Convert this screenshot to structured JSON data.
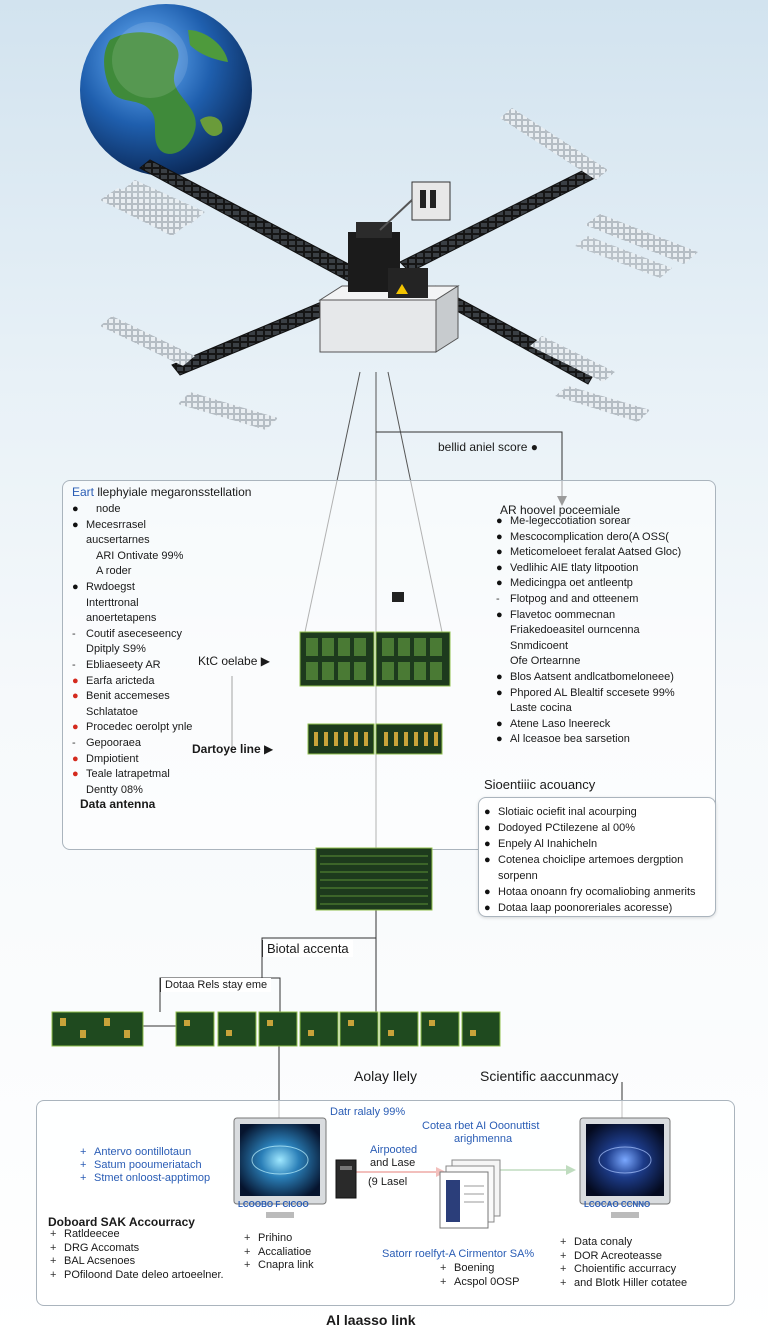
{
  "diagram": {
    "callout_top": "bellid aniel score",
    "panel_left": {
      "title_prefix": "Eart",
      "title_rest": " llephyiale megaronsstellation",
      "items": [
        {
          "bullet": "dot",
          "text": "node",
          "indent": true
        },
        {
          "bullet": "dot",
          "text": "Mecesrrasel",
          "indent": false
        },
        {
          "bullet": "none",
          "text": "aucsertarnes",
          "indent": false
        },
        {
          "bullet": "none",
          "text": "ARI Ontivate 99%",
          "indent": true
        },
        {
          "bullet": "none",
          "text": "A roder",
          "indent": true
        },
        {
          "bullet": "dot",
          "text": "Rwdoegst",
          "indent": false
        },
        {
          "bullet": "none",
          "text": "Interttronal",
          "indent": false
        },
        {
          "bullet": "none",
          "text": "anoertetapens",
          "indent": false
        },
        {
          "bullet": "dash",
          "text": "Coutif aseceseency",
          "indent": false
        },
        {
          "bullet": "none",
          "text": "Dpitply S9%",
          "indent": false
        },
        {
          "bullet": "dash",
          "text": "Ebliaeseety AR",
          "indent": false
        },
        {
          "bullet": "red",
          "text": "Earfa aricteda",
          "indent": false
        },
        {
          "bullet": "red",
          "text": "Benit accemeses",
          "indent": false
        },
        {
          "bullet": "none",
          "text": "Schlatatoe",
          "indent": false
        },
        {
          "bullet": "red",
          "text": "Procedec oerolpt ynle",
          "indent": false
        },
        {
          "bullet": "dash",
          "text": "Gepooraea",
          "indent": false
        },
        {
          "bullet": "red",
          "text": "Dmpiotient",
          "indent": false
        },
        {
          "bullet": "red",
          "text": "Teale latrapetmal",
          "indent": false
        },
        {
          "bullet": "none",
          "text": "Dentty 08%",
          "indent": false
        }
      ],
      "footer": "Data antenna"
    },
    "panel_right": {
      "title": "AR hoovel poceemiale",
      "items": [
        {
          "bullet": "dot",
          "text": "Me-legeccotiation sorear"
        },
        {
          "bullet": "dot",
          "text": "Mescocomplication dero(A OSS("
        },
        {
          "bullet": "dot",
          "text": "Meticomeloeet feralat Aatsed Gloc)"
        },
        {
          "bullet": "dot",
          "text": "Vedlihic AIE  tlaty litpootion"
        },
        {
          "bullet": "dot",
          "text": "Medicingpa oet antleentp"
        },
        {
          "bullet": "dash",
          "text": "Flotpog and and otteenem"
        },
        {
          "bullet": "dot",
          "text": "Flavetoc oommecnan"
        },
        {
          "bullet": "none",
          "text": "Friakedoeasitel ourncenna"
        },
        {
          "bullet": "none",
          "text": "Snmdicoent"
        },
        {
          "bullet": "none",
          "text": "Ofe Ortearnne"
        },
        {
          "bullet": "dot",
          "text": "Blos Aatsent andlcatbomeloneee)"
        },
        {
          "bullet": "dot",
          "text": "Phpored AL Blealtif sccesete 99%"
        },
        {
          "bullet": "none",
          "text": "Laste cocina"
        },
        {
          "bullet": "dot",
          "text": "Atene Laso lneereck"
        },
        {
          "bullet": "dot",
          "text": "Al lceasoe bea sarsetion"
        }
      ],
      "footer": "Sioentiiic acouancy"
    },
    "panel_sub": {
      "items": [
        "Slotiaic ociefit inal acourping",
        "Dodoyed PCtilezene al 00%",
        "Enpely Al Inahicheln",
        "Cotenea choiclipe artemoes dergption sorpenn",
        "Hotaa onoann fry ocomaliobing anmerits",
        "Dotaa laap poonoreriales acoresse)"
      ]
    },
    "labels": {
      "ktc": "KtC oelabe",
      "dartoye": "Dartoye line",
      "biotal": "Biotal accenta",
      "dotaa": "Dotaa Rels stay eme",
      "aolay": "Aolay llely",
      "scientific": "Scientific aaccunmacy",
      "bottom_title": "Al laasso link"
    },
    "panel_bottom": {
      "left_list": [
        "Antervo oontillotaun",
        "Satum pooumeriatach",
        "Stmet onloost-apptimop"
      ],
      "data_relay": "Datr ralaly 99%",
      "cotea": "Cotea rbet AI Ooonuttist",
      "cotea2": "arighmenna",
      "airpooted": "Airpooted",
      "and_lase": "and Lase",
      "p_lasel": "(9 Lasel",
      "screen_left_caption": "LCOOBO F  CICOO",
      "screen_right_caption": "LCOCAO  CCNNO",
      "doboard_title": "Doboard SAK Accourracy",
      "doboard_items": [
        "Ratldeecee",
        "DRG Accomats",
        "BAL Acsenoes",
        "POfiloond Date deleo artoeelner."
      ],
      "mid_left_items": [
        "Prihino",
        "Accaliatioe",
        "Cnapra link"
      ],
      "mid_right_title": "Satorr roelfyt-A Cirmentor SA%",
      "mid_right_items": [
        "Boening",
        "Acspol 0OSP"
      ],
      "right_items": [
        "Data conaly",
        "DOR Acreoteasse",
        "Choientific accurracy",
        "and Blotk Hiller cotatee"
      ]
    }
  }
}
